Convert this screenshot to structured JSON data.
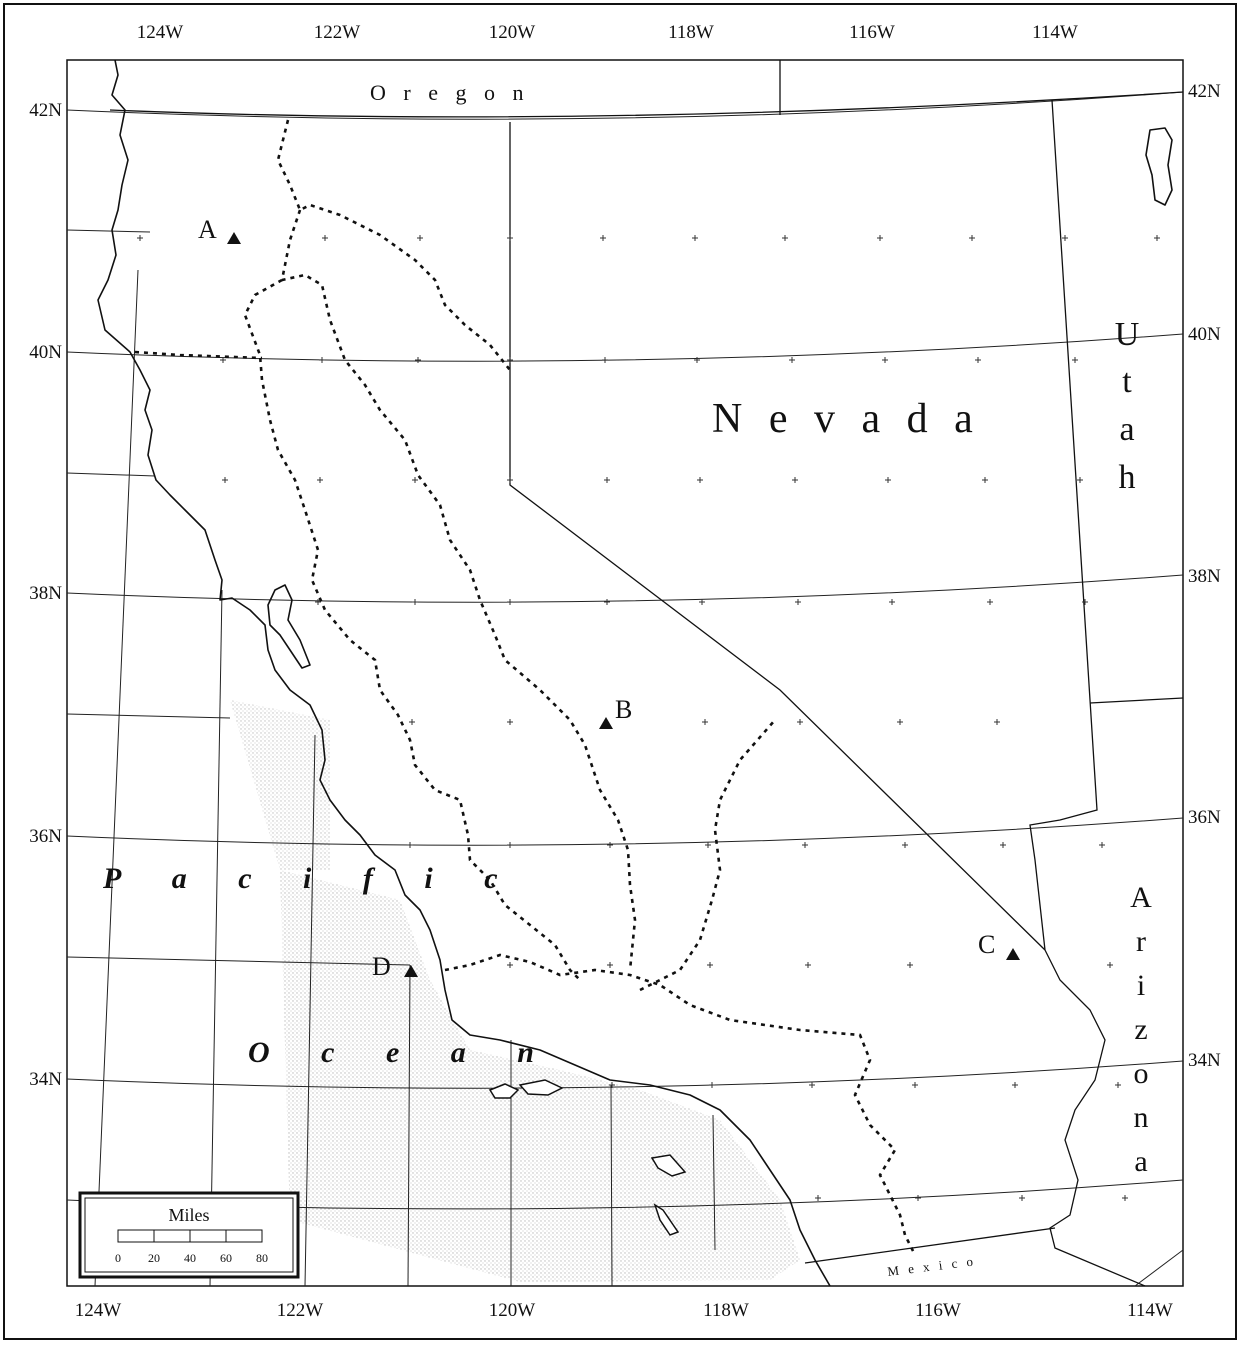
{
  "map": {
    "top_lon_labels": [
      "124W",
      "122W",
      "120W",
      "118W",
      "116W",
      "114W"
    ],
    "bottom_lon_labels": [
      "124W",
      "122W",
      "120W",
      "118W",
      "116W",
      "114W"
    ],
    "left_lat_labels": [
      "42N",
      "40N",
      "38N",
      "36N",
      "34N"
    ],
    "right_lat_labels": [
      "42N",
      "40N",
      "38N",
      "36N",
      "34N"
    ],
    "states": {
      "oregon": "O r e g o n",
      "nevada": "N e v a d a",
      "utah": [
        "U",
        "t",
        "a",
        "h"
      ],
      "arizona": [
        "A",
        "r",
        "i",
        "z",
        "o",
        "n",
        "a"
      ],
      "mexico": "M e x i c o"
    },
    "ocean": {
      "line1": "P a c i f i c",
      "line2": "O c e a n"
    },
    "stations": [
      {
        "label": "A",
        "lat": 41.0,
        "lon": -122.8
      },
      {
        "label": "B",
        "lat": 37.0,
        "lon": -119.0
      },
      {
        "label": "C",
        "lat": 35.0,
        "lon": -115.2
      },
      {
        "label": "D",
        "lat": 34.9,
        "lon": -121.0
      }
    ],
    "scale_bar": {
      "title": "Miles",
      "ticks": [
        "0",
        "20",
        "40",
        "60",
        "80"
      ]
    },
    "colors": {
      "ink": "#111111",
      "ocean_stipple": "#c8c8c8",
      "paper": "#ffffff"
    }
  }
}
